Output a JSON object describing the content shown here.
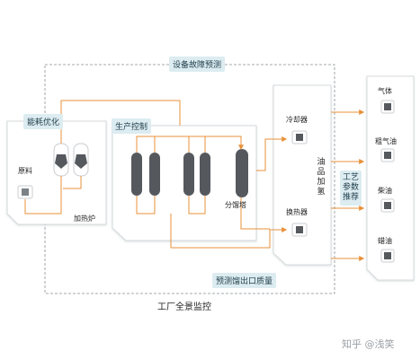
{
  "title_top": "设备故障预测",
  "energy_label": "能耗优化",
  "production_label": "生产控制",
  "raw_material_label": "原料",
  "furnace_label": "加热炉",
  "fractionator_label": "分馏塔",
  "cooler_label": "冷却器",
  "exchanger_label": "换热器",
  "oil_blend_label": "油品加氢",
  "process_param_label": "工艺参数推荐",
  "predict_quality_label": "预测馏出口质量",
  "plant_monitor_label": "工厂全景监控",
  "products": [
    "气体",
    "粗气油",
    "柴油",
    "蜡油"
  ],
  "watermark": "知乎 @浅笑",
  "colors": {
    "flow": "#e8913a",
    "panel_edge": "#d6d9dc",
    "badge_bg": "#dcecf1",
    "vessel": "#55595e",
    "dashed": "#8a8f94"
  },
  "icons": {
    "raw": "barrel-icon",
    "furnace": "furnace-icon",
    "columns": "column-icon",
    "device": "device-icon",
    "product": "tank-icon"
  }
}
